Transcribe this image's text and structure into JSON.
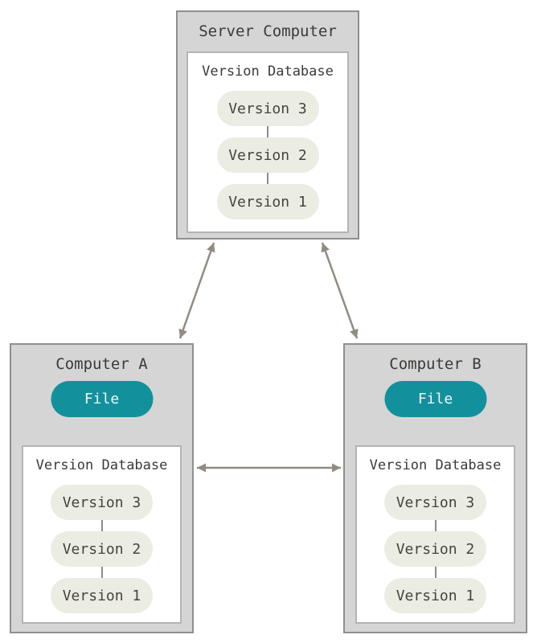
{
  "server": {
    "title": "Server Computer",
    "database": {
      "title": "Version Database",
      "versions": [
        "Version 3",
        "Version 2",
        "Version 1"
      ]
    }
  },
  "computer_a": {
    "title": "Computer A",
    "file_label": "File",
    "database": {
      "title": "Version Database",
      "versions": [
        "Version 3",
        "Version 2",
        "Version 1"
      ]
    }
  },
  "computer_b": {
    "title": "Computer B",
    "file_label": "File",
    "database": {
      "title": "Version Database",
      "versions": [
        "Version 3",
        "Version 2",
        "Version 1"
      ]
    }
  },
  "colors": {
    "teal": "#12919d",
    "box_fill": "#d5d5d5",
    "box_border": "#8f8f8f",
    "inner_border": "#b4b4b4",
    "pill_fill": "#ebece2",
    "arrow": "#918b83"
  }
}
